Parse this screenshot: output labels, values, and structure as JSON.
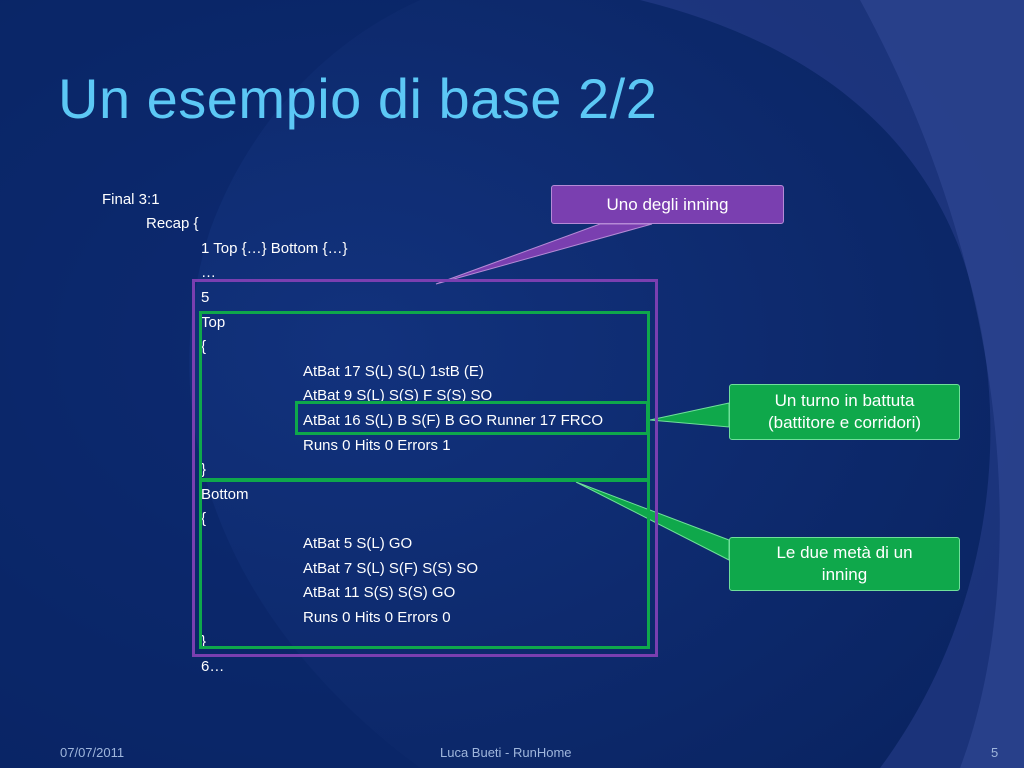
{
  "slide": {
    "title": "Un esempio di base 2/2",
    "lines": [
      "Final 3:1",
      "Recap {",
      "1 Top {…} Bottom {…}",
      "…",
      "5",
      "Top",
      "{",
      "AtBat 17 S(L) S(L) 1stB (E)",
      "AtBat 9 S(L) S(S) F S(S) SO",
      "AtBat 16 S(L) B S(F) B GO Runner 17 FRCO",
      "Runs 0 Hits 0 Errors 1",
      "}",
      "Bottom",
      "{",
      "AtBat 5 S(L) GO",
      "AtBat 7 S(L) S(F) S(S) SO",
      "AtBat 11 S(S) S(S) GO",
      "Runs 0 Hits 0 Errors 0",
      "}",
      "6…"
    ]
  },
  "callouts": {
    "inning": "Uno degli inning",
    "atbat_line1": "Un turno in battuta",
    "atbat_line2": "(battitore e corridori)",
    "halves_line1": "Le due metà di un",
    "halves_line2": "inning"
  },
  "footer": {
    "date": "07/07/2011",
    "author": "Luca Bueti - RunHome",
    "page": "5"
  },
  "colors": {
    "background": "#0b2a6e",
    "title": "#5cc8f5",
    "purple": "#7a3fb0",
    "green": "#0fa84b"
  }
}
